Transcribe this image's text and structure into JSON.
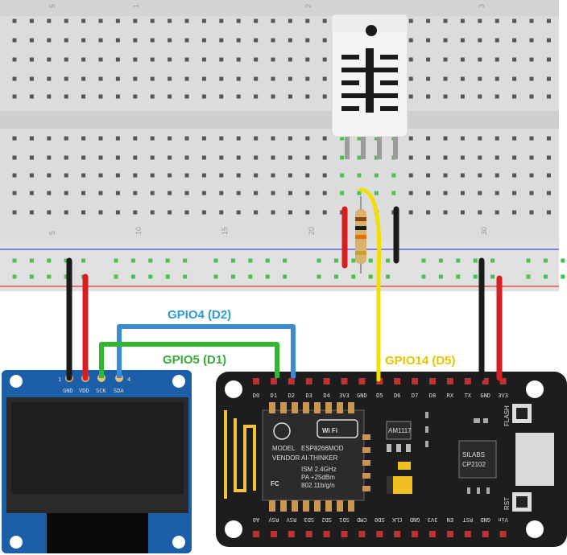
{
  "breadboard": {
    "column_numbers_top": [
      "5",
      "1",
      "2",
      "3"
    ],
    "column_numbers_bottom": [
      "5",
      "10",
      "15",
      "20",
      "30"
    ]
  },
  "labels": {
    "gpio4": "GPIO4 (D2)",
    "gpio5": "GPIO5 (D1)",
    "gpio14": "GPIO14 (D5)"
  },
  "colors": {
    "gpio4": "#2d9ad6",
    "gpio5": "#3aa83a",
    "gpio14": "#e8c400",
    "wire_red": "#d81e1e",
    "wire_black": "#1a1a1a",
    "wire_yellow": "#f0e000",
    "wire_blue": "#3a8ad8",
    "wire_green": "#2fb82f",
    "board": "#1d1d1d",
    "oled_pcb": "#1c5fa8"
  },
  "oled": {
    "pins": [
      "GND",
      "VDD",
      "SCK",
      "SDA"
    ],
    "pin_numbers": [
      "1",
      "4"
    ]
  },
  "nodemcu": {
    "top_pins": [
      "D0",
      "D1",
      "D2",
      "D3",
      "D4",
      "3V3",
      "GND",
      "D5",
      "D6",
      "D7",
      "D8",
      "RX",
      "TX",
      "GND",
      "3V3"
    ],
    "bottom_pins": [
      "A0",
      "RSV",
      "RSV",
      "SD3",
      "SD2",
      "SD1",
      "CMD",
      "SD0",
      "CLK",
      "GND",
      "3V3",
      "EN",
      "RST",
      "GND",
      "Vin"
    ],
    "module": {
      "wifi": "Wi Fi",
      "model": "MODEL",
      "vendor": "VENDOR",
      "model_value": "ESP8266MOD",
      "vendor_value": "AI-THINKER",
      "spec1": "ISM 2.4GHz",
      "spec2": "PA +25dBm",
      "spec3": "802.11b/g/n",
      "fcc": "FC"
    },
    "regulator": "AM1117",
    "usb_chip_1": "SILABS",
    "usb_chip_2": "CP2102",
    "flash": "FLASH",
    "rst": "RST"
  }
}
